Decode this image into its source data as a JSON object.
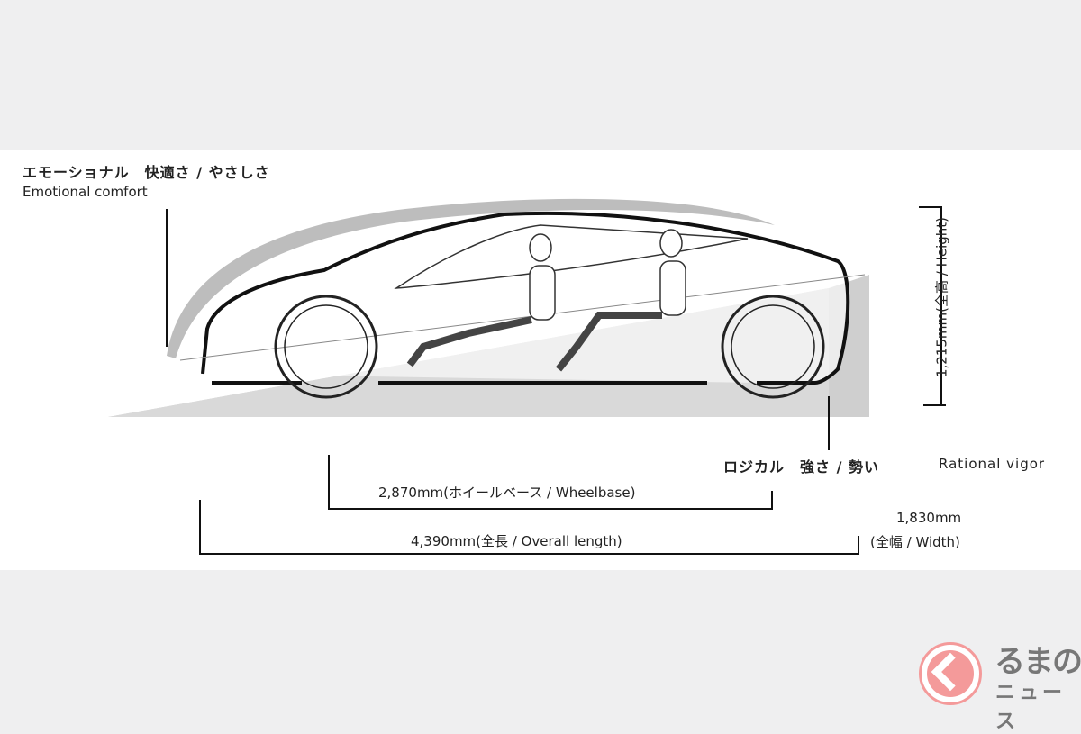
{
  "labels": {
    "emotional_jp": "エモーショナル　快適さ / やさしさ",
    "emotional_en": "Emotional comfort",
    "rational_jp": "ロジカル　強さ / 勢い",
    "rational_en": "Rational vigor",
    "wheelbase": "2,870mm(ホイールベース / Wheelbase)",
    "overall_length": "4,390mm(全長 / Overall length)",
    "width_value": "1,830mm",
    "width_label": "(全幅 / Width)",
    "height": "1,215mm(全高 / Height)"
  },
  "logo": {
    "text_top": "るまの",
    "text_bottom": "ニュース",
    "accent": "#f49a9a"
  }
}
